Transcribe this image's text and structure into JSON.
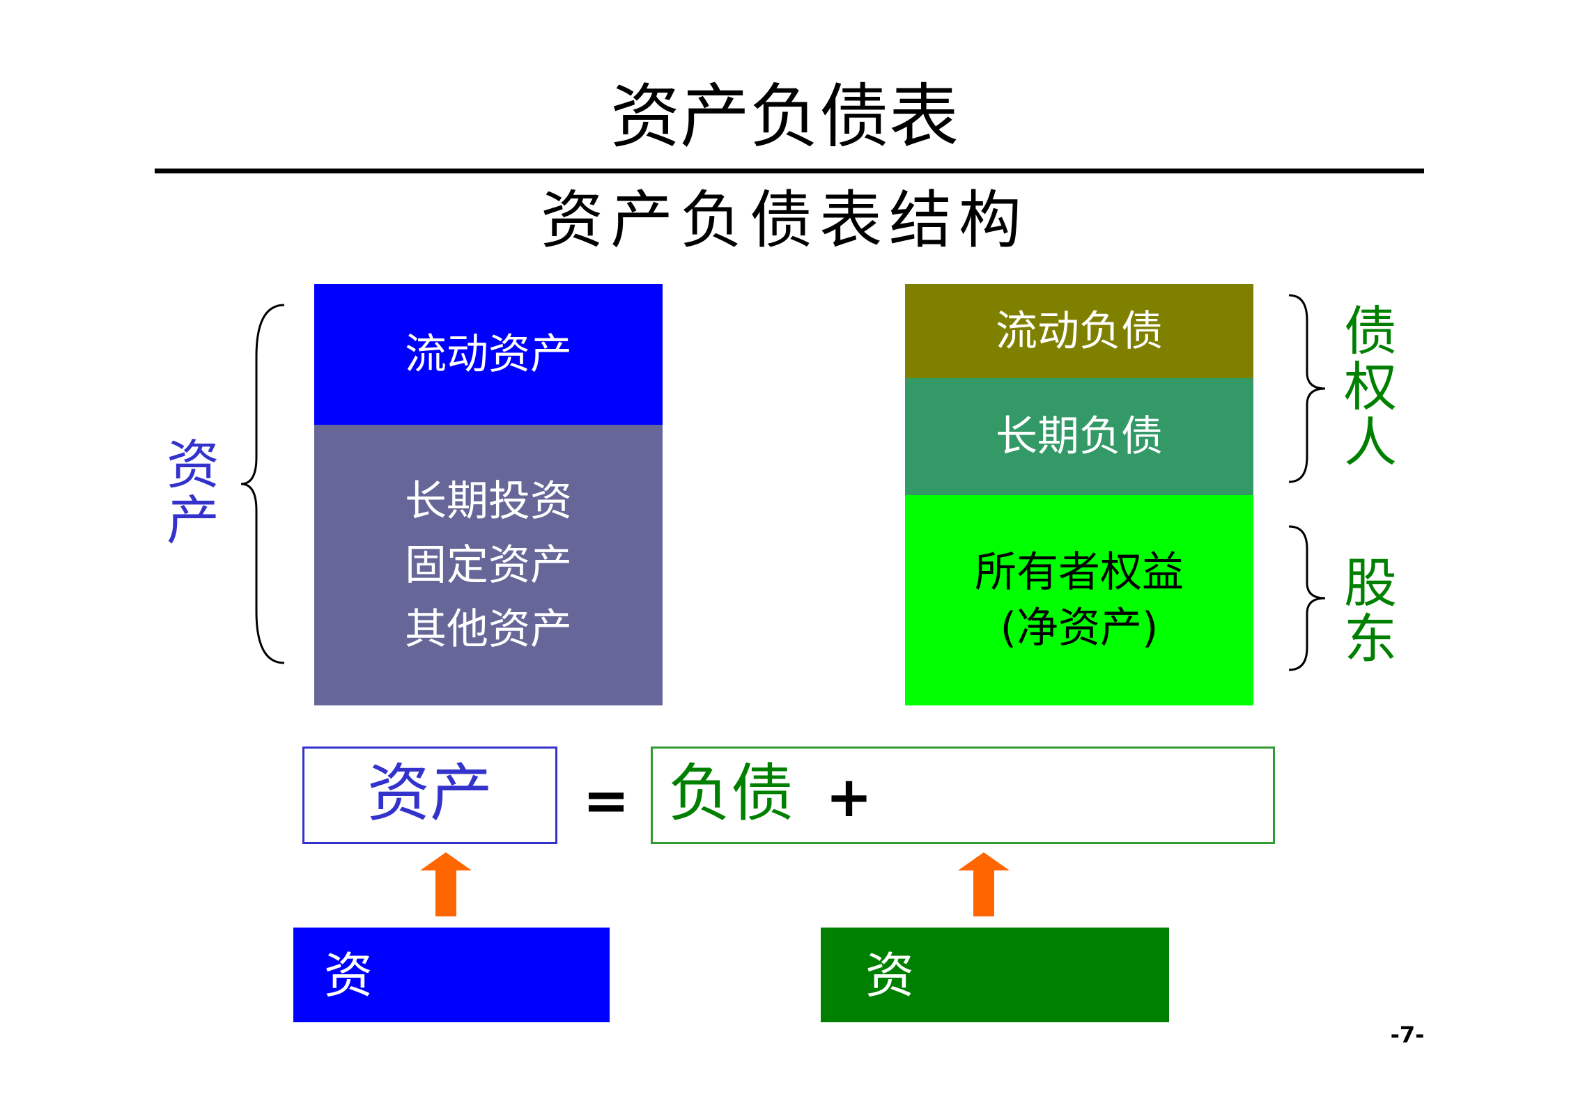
{
  "slide": {
    "title": "资产负债表",
    "subtitle": "资产负债表结构",
    "page_number": "-7-"
  },
  "left_side": {
    "label_chars": [
      "资",
      "产"
    ],
    "current_assets": "流动资产",
    "other_lines": [
      "长期投资",
      "固定资产",
      "其他资产"
    ]
  },
  "right_side": {
    "current_liabilities": "流动负债",
    "long_term_liabilities": "长期负债",
    "equity_line1": "所有者权益",
    "equity_line2": "(净资产)",
    "creditors_chars": [
      "债",
      "权",
      "人"
    ],
    "shareholders_chars": [
      "股",
      "东"
    ]
  },
  "equation": {
    "left_text": "资产",
    "equals": "=",
    "right_text": "负债",
    "plus": "+"
  },
  "bottom": {
    "left_text": "资",
    "right_text": "资"
  },
  "colors": {
    "blue": "#0000ff",
    "slate": "#666699",
    "olive": "#808000",
    "sea_green": "#339966",
    "lime": "#00ff00",
    "dark_green": "#008000",
    "label_blue": "#3333cc",
    "label_green": "#008000",
    "arrow_orange": "#ff6600"
  }
}
